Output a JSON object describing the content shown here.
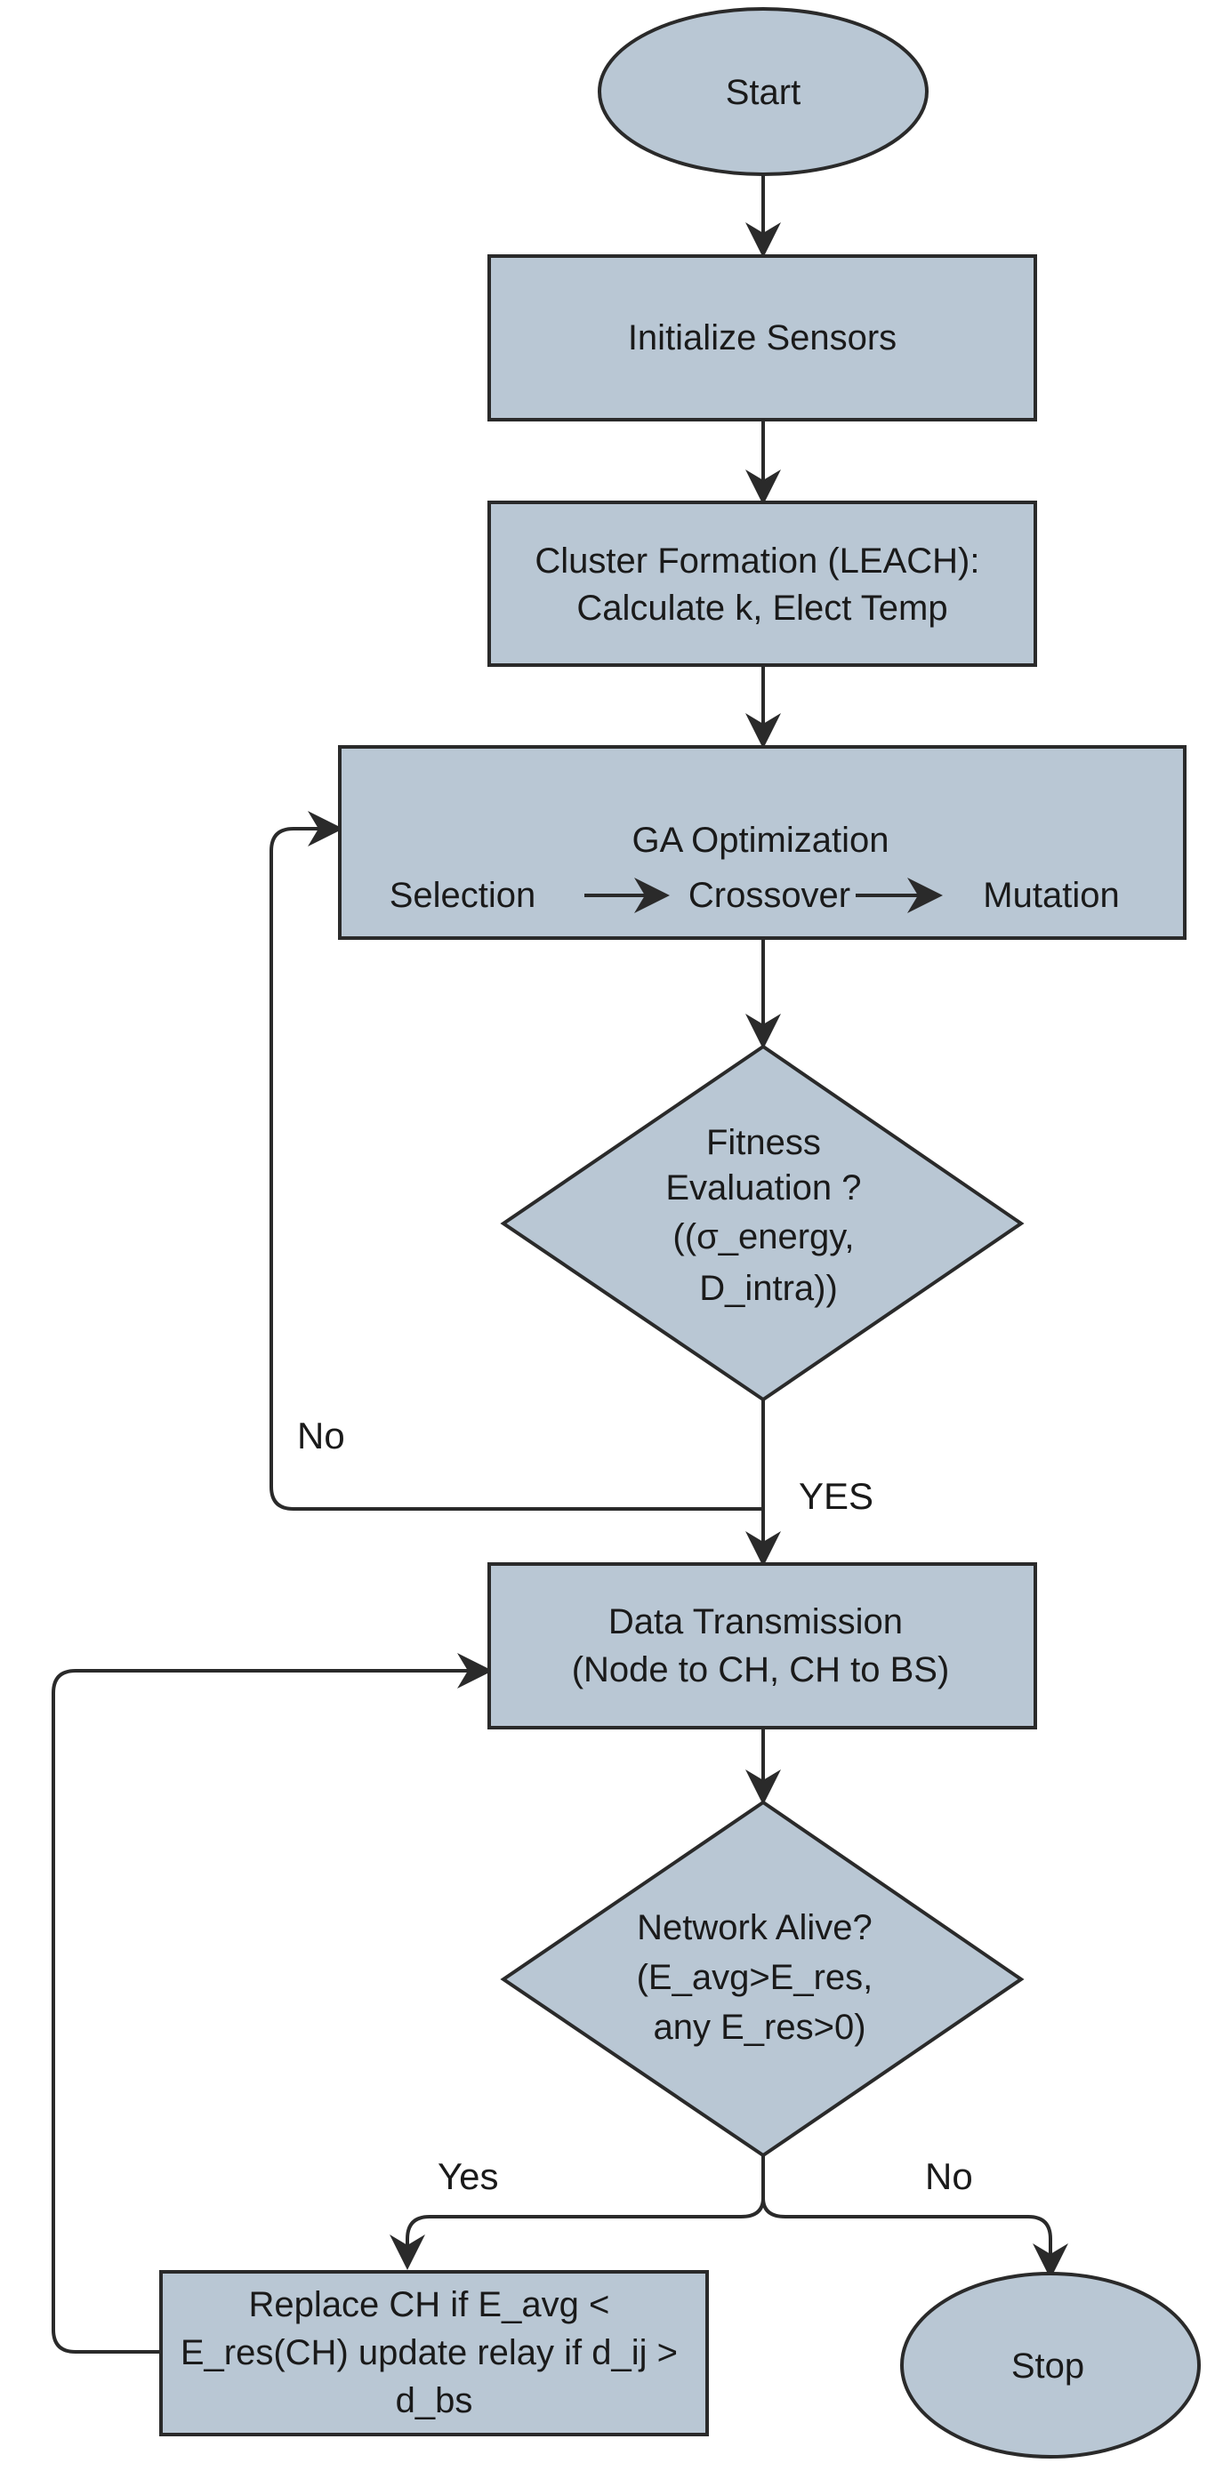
{
  "nodes": {
    "start": {
      "lines": [
        "Start"
      ]
    },
    "init": {
      "lines": [
        "Initialize Sensors"
      ]
    },
    "cluster": {
      "lines": [
        "Cluster Formation (LEACH):",
        "Calculate k, Elect Temp"
      ]
    },
    "ga": {
      "title": "GA Optimization",
      "steps": [
        "Selection",
        "Crossover",
        "Mutation"
      ]
    },
    "fitness": {
      "lines": [
        "Fitness",
        "Evaluation ?",
        "((σ_energy,",
        "D_intra))"
      ]
    },
    "transmit": {
      "lines": [
        "Data Transmission",
        "(Node to CH, CH to BS)"
      ]
    },
    "alive": {
      "lines": [
        "Network Alive?",
        "(E_avg>E_res,",
        "any E_res>0)"
      ]
    },
    "replace": {
      "lines": [
        "Replace CH if E_avg <",
        "E_res(CH) update relay if d_ij >",
        "d_bs"
      ]
    },
    "stop": {
      "lines": [
        "Stop"
      ]
    }
  },
  "edge_labels": {
    "fitness_no": "No",
    "fitness_yes": "YES",
    "alive_yes": "Yes",
    "alive_no": "No"
  },
  "colors": {
    "node_fill": "#b9c7d4",
    "stroke": "#2a2a2a",
    "text": "#1a1a1a"
  }
}
